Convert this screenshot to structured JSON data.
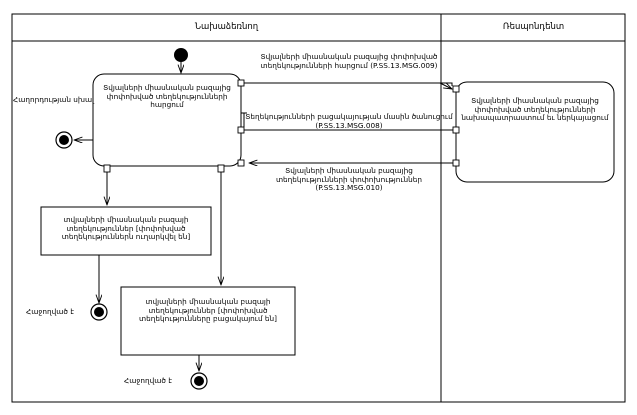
{
  "diagram": {
    "type": "uml-activity-diagram",
    "language": "hy",
    "swimlanes": [
      {
        "id": "initiator",
        "title": "Նախաձեռնող"
      },
      {
        "id": "respondent",
        "title": "Ռեսպոնդենտ"
      }
    ],
    "nodes": {
      "initial_node": {
        "kind": "initial",
        "label": ""
      },
      "request_activity": {
        "kind": "activity",
        "label": "Տվյալների միասնական բազայից փոփոխված տեղեկությունների հարցում"
      },
      "respond_activity": {
        "kind": "activity",
        "label": "Տվյալների միասնական բազայից փոփոխված տեղեկությունների նախապատրաստում եւ ներկայացում"
      },
      "object_sent": {
        "kind": "object",
        "label": "տվյալների միասնական բազայի տեղեկություններ [փոփոխված տեղեկություններն ուղարկվել են]"
      },
      "object_absent": {
        "kind": "object",
        "label": "տվյալների միասնական բազայի տեղեկություններ [փոփոխված տեղեկությունները բացակայում են]"
      },
      "final_error": {
        "kind": "final",
        "label": "Հաղորդության սխալ"
      },
      "final_success_left": {
        "kind": "final",
        "label": "Հաջողված է"
      },
      "final_success_bottom": {
        "kind": "final",
        "label": "Հաջողված է"
      }
    },
    "edges": [
      {
        "id": "msg009",
        "from": "request_activity",
        "to": "respond_activity",
        "label": "Տվյալների միասնական բազայից փոփոխված տեղեկությունների հարցում (P.SS.13.MSG.009)"
      },
      {
        "id": "msg008",
        "from": "respond_activity",
        "to": "request_activity",
        "label": "Տեղեկությունների բացակայության մասին ծանուցում (P.SS.13.MSG.008)"
      },
      {
        "id": "msg010",
        "from": "respond_activity",
        "to": "request_activity",
        "label": "Տվյալների միասնական բազայից տեղեկությունների փոփոխություններ (P.SS.13.MSG.010)"
      }
    ],
    "colors": {
      "stroke": "#000000",
      "fill": "#ffffff",
      "text": "#000000"
    }
  }
}
